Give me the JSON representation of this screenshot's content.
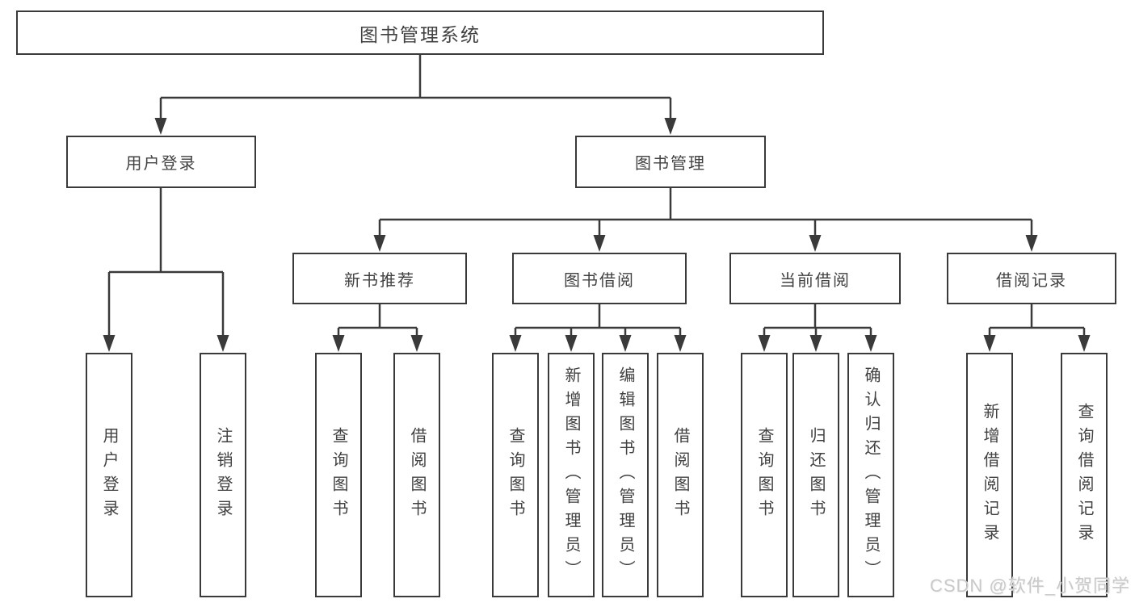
{
  "diagram": {
    "root": "图书管理系统",
    "branches": {
      "user_login": "用户登录",
      "book_management": "图书管理"
    },
    "modules": {
      "new_book_recommend": "新书推荐",
      "book_borrowing": "图书借阅",
      "current_borrowing": "当前借阅",
      "borrowing_records": "借阅记录"
    },
    "functions": {
      "user_login": "用户登录",
      "logout": "注销登录",
      "recommend_query_books": "查询图书",
      "recommend_borrow_books": "借阅图书",
      "borrowing_query_books": "查询图书",
      "borrowing_add_books_admin": "新增图书（管理员）",
      "borrowing_edit_books_admin": "编辑图书（管理员）",
      "borrowing_borrow_books": "借阅图书",
      "current_query_books": "查询图书",
      "current_return_books": "归还图书",
      "current_confirm_return_admin": "确认归还（管理员）",
      "records_add_record": "新增借阅记录",
      "records_query_record": "查询借阅记录"
    }
  },
  "watermark": "CSDN @软件_小贺同学",
  "colors": {
    "line": "#3a3a3a",
    "text": "#414141",
    "watermark": "#c9c9c9",
    "background": "#ffffff"
  }
}
